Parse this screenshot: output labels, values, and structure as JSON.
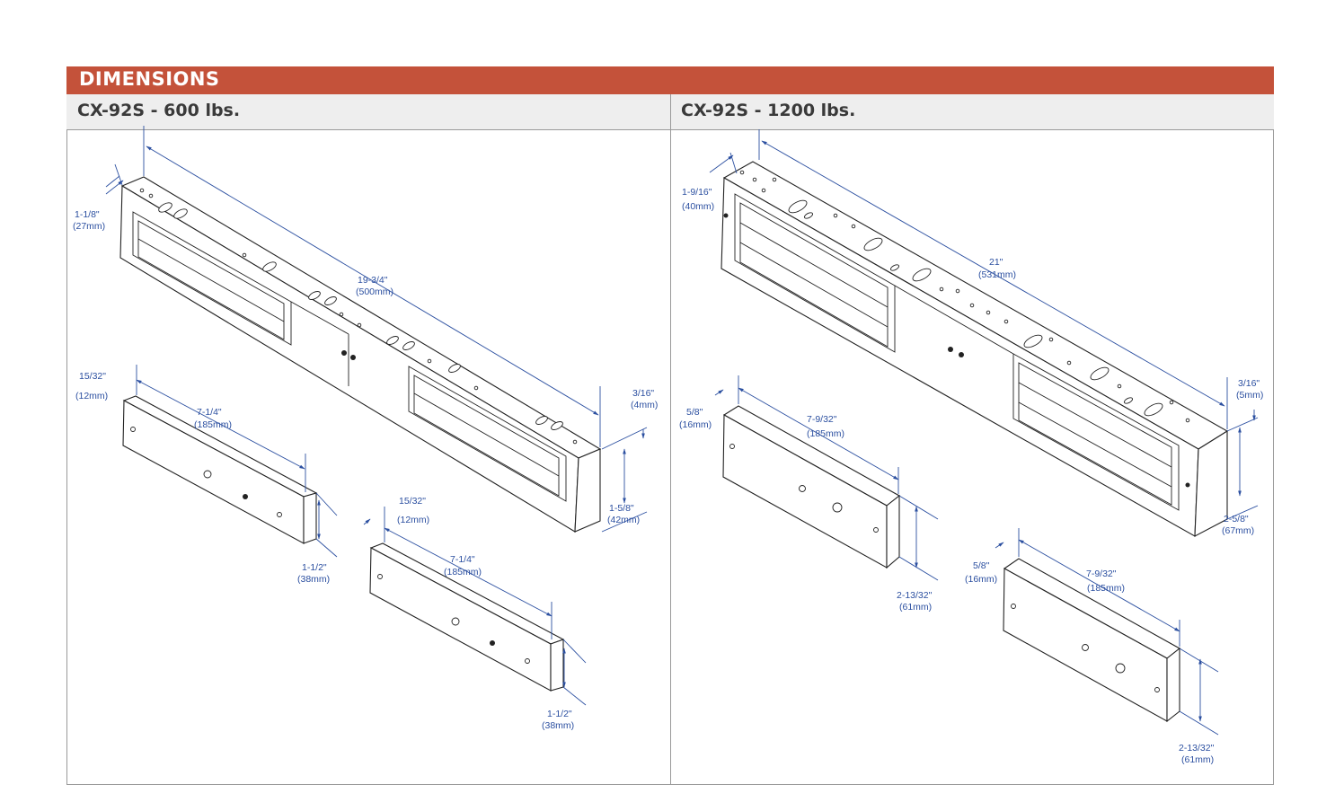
{
  "section": {
    "title": "DIMENSIONS",
    "header_color": "#c4523a"
  },
  "models": [
    {
      "label": "CX-92S  -  600 lbs.",
      "dims": {
        "depth": "1-1/8\"",
        "depth_mm": "(27mm)",
        "length": "19-3/4\"",
        "length_mm": "(500mm)",
        "plate_gap": "3/16\"",
        "plate_gap_mm": "(4mm)",
        "height": "1-5/8\"",
        "height_mm": "(42mm)",
        "armature1_thick": "15/32\"",
        "armature1_thick_mm": "(12mm)",
        "armature1_len": "7-1/4\"",
        "armature1_len_mm": "(185mm)",
        "armature1_h": "1-1/2\"",
        "armature1_h_mm": "(38mm)",
        "armature2_thick": "15/32\"",
        "armature2_thick_mm": "(12mm)",
        "armature2_len": "7-1/4\"",
        "armature2_len_mm": "(185mm)",
        "armature2_h": "1-1/2\"",
        "armature2_h_mm": "(38mm)"
      }
    },
    {
      "label": "CX-92S  -  1200 lbs.",
      "dims": {
        "depth": "1-9/16\"",
        "depth_mm": "(40mm)",
        "length": "21\"",
        "length_mm": "(531mm)",
        "plate_gap": "3/16\"",
        "plate_gap_mm": "(5mm)",
        "height": "2-5/8\"",
        "height_mm": "(67mm)",
        "armature1_thick": "5/8\"",
        "armature1_thick_mm": "(16mm)",
        "armature1_len": "7-9/32\"",
        "armature1_len_mm": "(185mm)",
        "armature1_h": "2-13/32\"",
        "armature1_h_mm": "(61mm)",
        "armature2_thick": "5/8\"",
        "armature2_thick_mm": "(16mm)",
        "armature2_len": "7-9/32\"",
        "armature2_len_mm": "(185mm)",
        "armature2_h": "2-13/32\"",
        "armature2_h_mm": "(61mm)"
      }
    }
  ],
  "colors": {
    "dimension": "#2b4fa0",
    "outline": "#222222",
    "subheader_bg": "#eeeeee"
  }
}
